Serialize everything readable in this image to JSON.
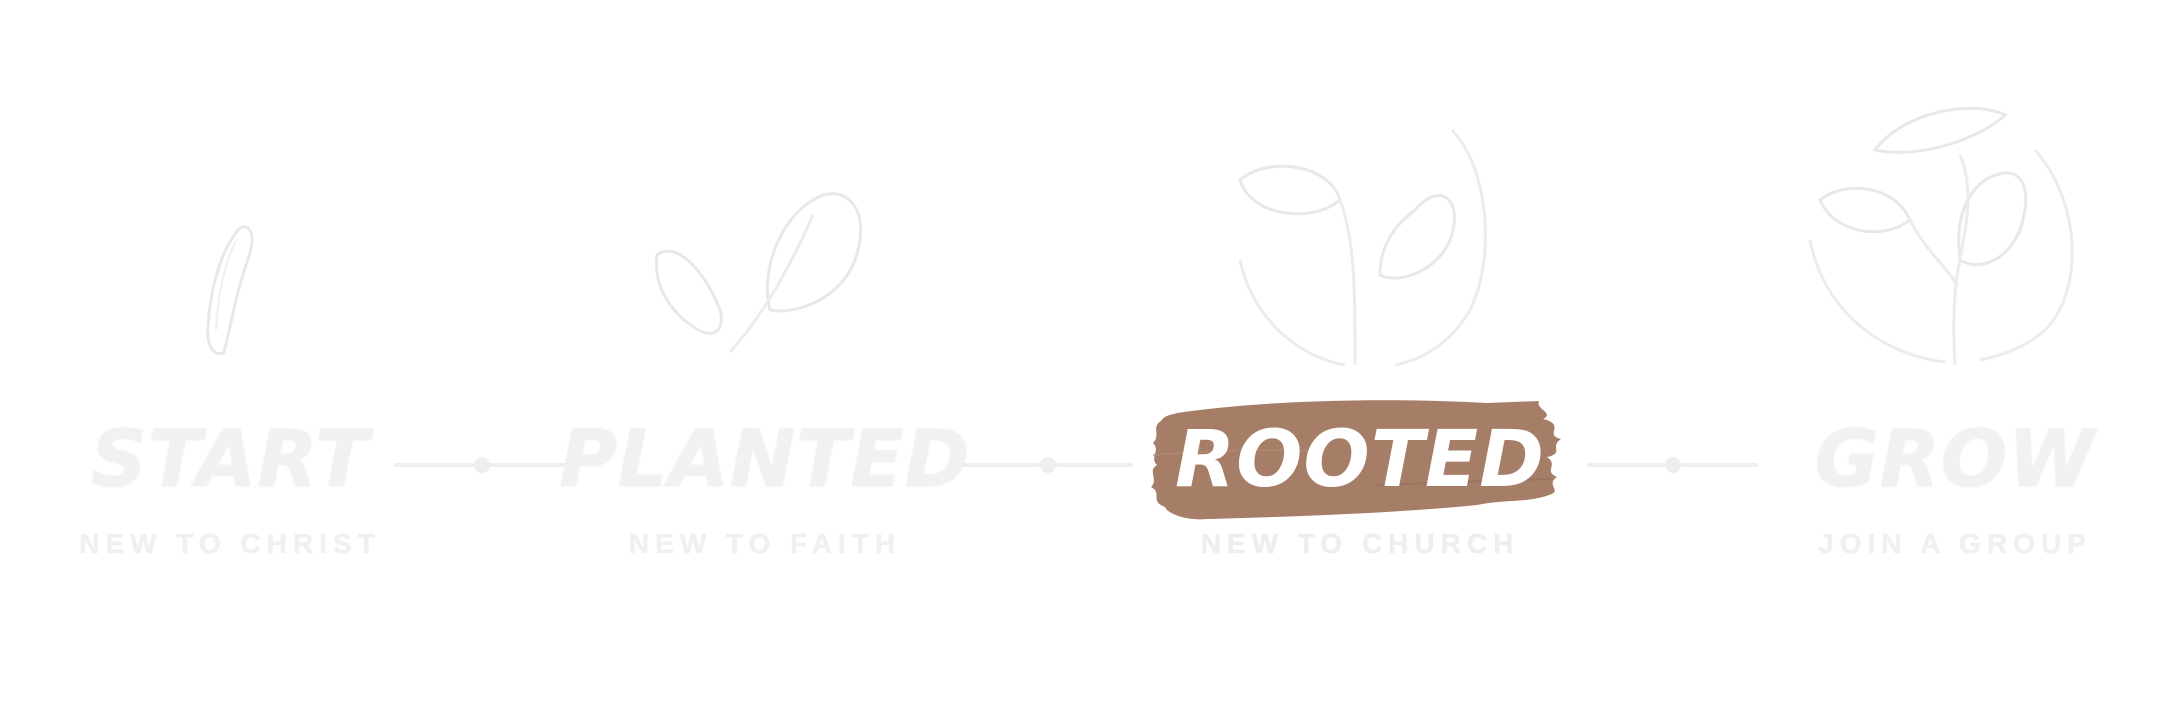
{
  "steps": [
    {
      "title": "START",
      "subtitle": "NEW TO CHRIST",
      "icon": "seed-icon",
      "active": false
    },
    {
      "title": "PLANTED",
      "subtitle": "NEW TO FAITH",
      "icon": "sprout-icon",
      "active": false
    },
    {
      "title": "ROOTED",
      "subtitle": "NEW TO CHURCH",
      "icon": "seedling-icon",
      "active": true
    },
    {
      "title": "GROW",
      "subtitle": "JOIN A GROUP",
      "icon": "plant-icon",
      "active": false
    }
  ],
  "colors": {
    "background": "#ffffff",
    "inactive_text": "#f1f1f1",
    "active_brush": "#a67d66",
    "active_text": "#ffffff",
    "connector": "#eeeeee"
  }
}
